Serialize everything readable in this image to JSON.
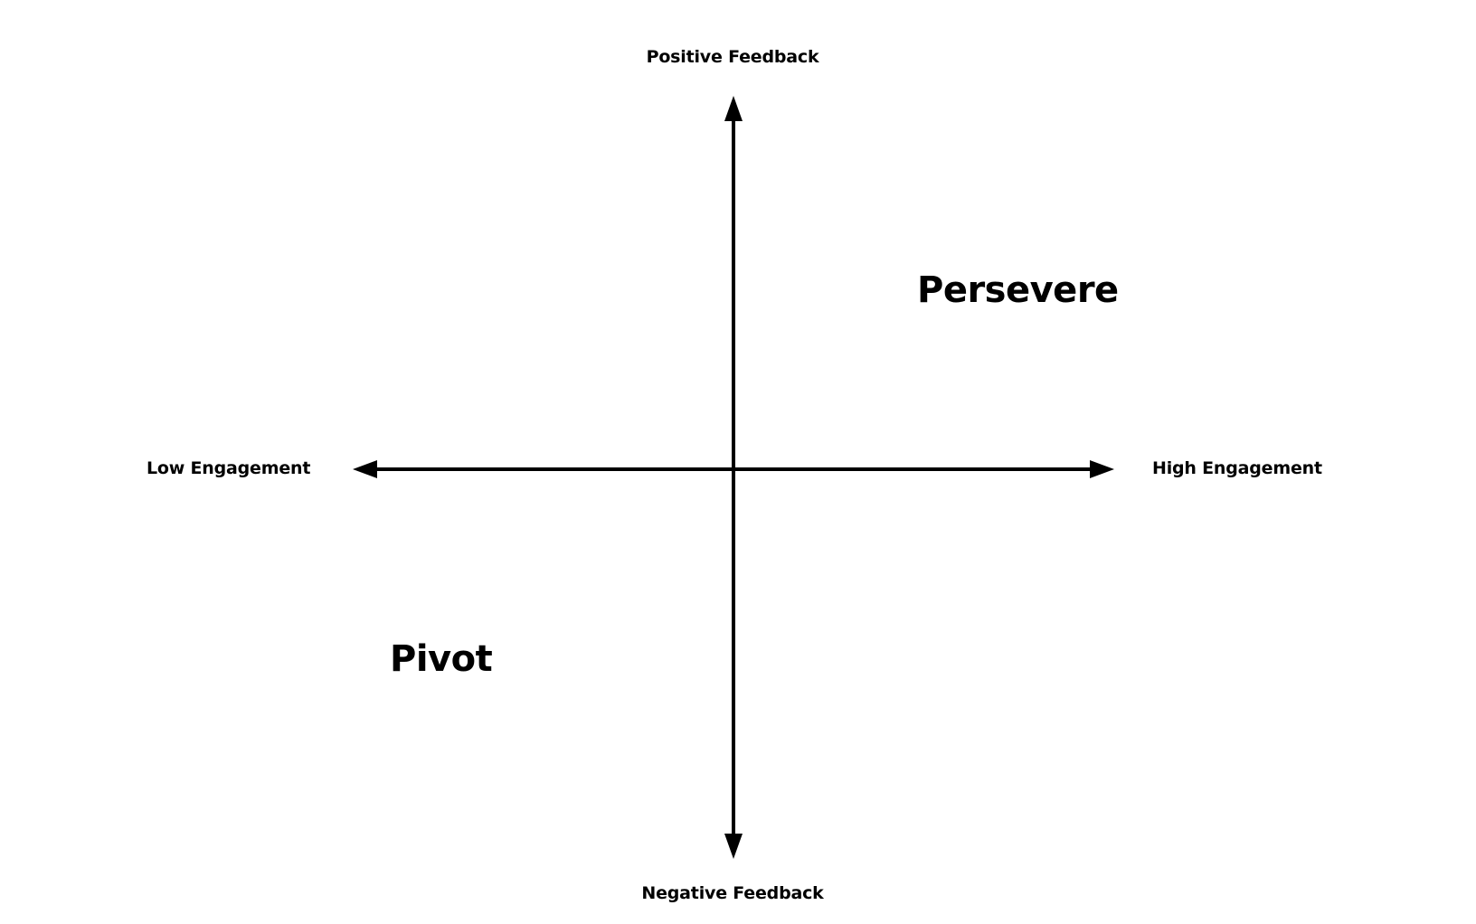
{
  "diagram": {
    "axes": {
      "top_label": "Positive Feedback",
      "bottom_label": "Negative Feedback",
      "left_label": "Low Engagement",
      "right_label": "High Engagement"
    },
    "quadrants": {
      "top_right": "Persevere",
      "bottom_left": "Pivot"
    },
    "colors": {
      "background": "#ffffff",
      "ink": "#000000"
    }
  }
}
